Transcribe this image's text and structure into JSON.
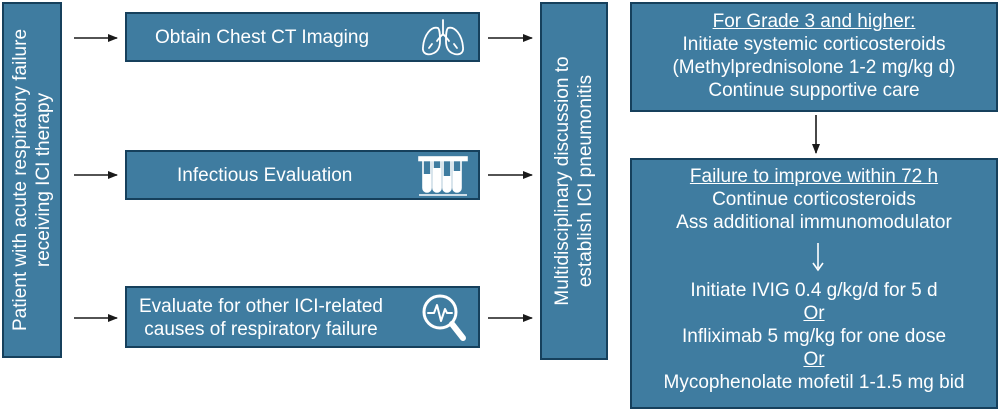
{
  "patient": {
    "line1": "Patient with acute respiratory failure",
    "line2": "receiving ICI therapy"
  },
  "steps": [
    {
      "lines": [
        "Obtain Chest CT Imaging"
      ],
      "icon": "lungs-icon"
    },
    {
      "lines": [
        "Infectious Evaluation"
      ],
      "icon": "test-tubes-icon"
    },
    {
      "lines": [
        "Evaluate for other ICI-related",
        "causes of respiratory failure"
      ],
      "icon": "magnifier-pulse-icon"
    }
  ],
  "discussion": {
    "line1": "Multidisciplinary discussion to",
    "line2": "establish ICI pneumonitis"
  },
  "grade3": {
    "heading": "For Grade 3 and higher:",
    "lines": [
      "Initiate systemic corticosteroids",
      "(Methylprednisolone 1-2 mg/kg d)",
      "Continue supportive care"
    ]
  },
  "failure": {
    "heading": "Failure to improve within 72 h",
    "lines": [
      "Continue corticosteroids",
      "Ass additional immunomodulator"
    ],
    "options": [
      "Initiate IVIG 0.4 g/kg/d for 5 d",
      "Infliximab 5 mg/kg for one dose",
      "Mycophenolate mofetil 1-1.5 mg bid"
    ],
    "or_label": "Or"
  },
  "colors": {
    "box_fill": "#3f7ca0",
    "box_border": "#16405c",
    "text": "#ffffff",
    "arrow": "#1a1a1a"
  }
}
